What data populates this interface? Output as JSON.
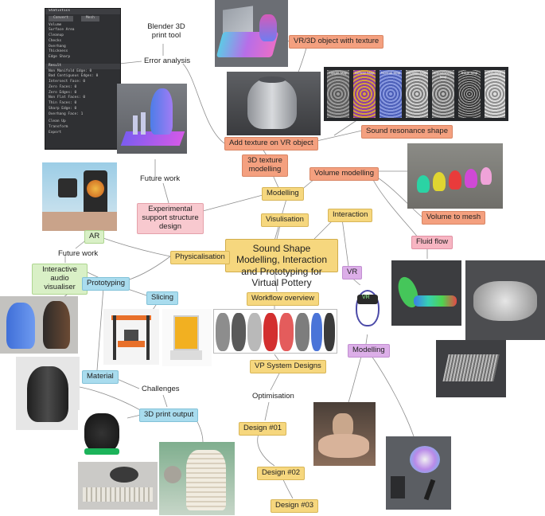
{
  "nodes": {
    "center": "Sound Shape Modelling, Interaction and Prototyping for Virtual Pottery",
    "blender_tool": "Blender 3D print tool",
    "error_analysis": "Error analysis",
    "vr_object_texture": "VR/3D object with texture",
    "add_texture": "Add texture on VR object",
    "sound_resonance": "Sound resonance shape",
    "texture_modelling": "3D texture modelling",
    "future_work_top": "Future work",
    "volume_modelling": "Volume modelling",
    "modelling": "Modelling",
    "experimental_support": "Experimental support structure design",
    "visulisation": "Visulisation",
    "interaction": "Interaction",
    "volume_to_mesh": "Volume to mesh",
    "ar": "AR",
    "fluid_flow": "Fluid flow",
    "future_work_left": "Future work",
    "physicalisation": "Physicalisation",
    "interactive_audio": "Interactive audio visualiser",
    "vr": "VR",
    "prototyping": "Prototyping",
    "workflow_overview": "Workflow overview",
    "slicing": "Slicing",
    "vp_system": "VP System Designs",
    "material": "Material",
    "modelling_vr": "Modelling",
    "challenges": "Challenges",
    "optimisation": "Optimisation",
    "print_output": "3D print output",
    "design1": "Design #01",
    "design2": "Design #02",
    "design3": "Design #03"
  },
  "texture_maps": [
    "Height Map",
    "Diffuse Map",
    "Normal Map",
    "Metallic Map",
    "Smoothness Map",
    "Edge Map",
    "AO Map"
  ],
  "headset_label": "VR",
  "blender_panel": {
    "title": "Statistics",
    "tabs": [
      "Convert",
      "Mesh"
    ],
    "rows": [
      "Volume",
      "Surface Area",
      "Cleanup",
      "Checks",
      "Overhang",
      "Thickness",
      "Edge Sharp"
    ],
    "result_header": "Result",
    "results": [
      "Non Manifold Edge: 0",
      "Bad Contiguous Edges: 0",
      "Intersect Face: 0",
      "Zero Faces: 0",
      "Zero Edges: 0",
      "Non Flat Faces: 0",
      "Thin Faces: 0",
      "Sharp Edge: 0",
      "Overhang Face: 1"
    ],
    "footer": [
      "Clean Up",
      "Transform",
      "Export"
    ]
  }
}
